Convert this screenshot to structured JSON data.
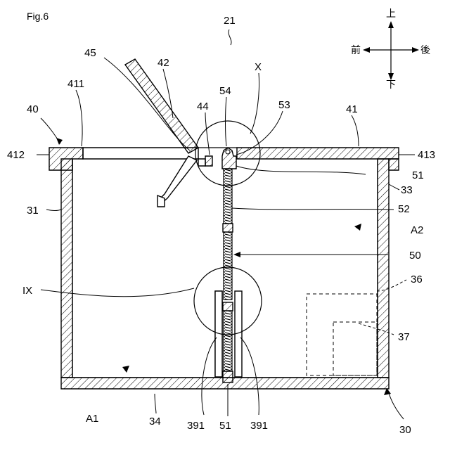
{
  "figure": {
    "title": "Fig.6",
    "ref_21": "21",
    "directions": {
      "up": "上",
      "down": "下",
      "front": "前",
      "back": "後"
    }
  },
  "labels": {
    "l45": "45",
    "l42": "42",
    "lX": "X",
    "l411": "411",
    "l54": "54",
    "l44": "44",
    "l53": "53",
    "l40": "40",
    "l41": "41",
    "l412": "412",
    "l413": "413",
    "l51_top": "51",
    "l33": "33",
    "l31": "31",
    "l52": "52",
    "lA2": "A2",
    "l50": "50",
    "lIX": "IX",
    "l36": "36",
    "l37": "37",
    "lA1": "A1",
    "l34": "34",
    "l391_left": "391",
    "l51_bottom": "51",
    "l391_right": "391",
    "l30": "30"
  }
}
